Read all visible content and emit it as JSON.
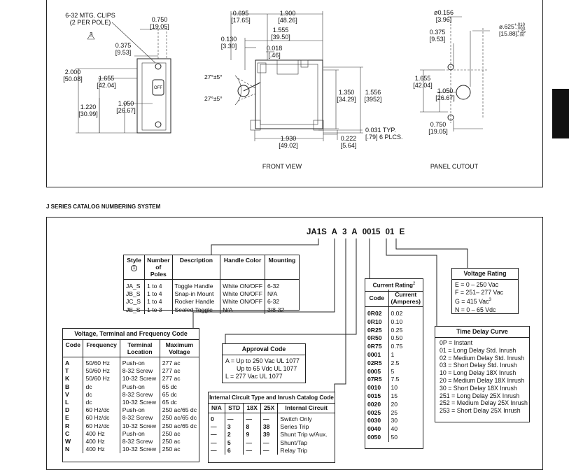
{
  "drawing": {
    "side_view": {
      "clips_note": "6-32 MTG. CLIPS",
      "clips_note_2": "(2 PER POLE)",
      "clips_ref": "3",
      "dim_0750": "0.750",
      "dim_0750_mm": "[19.05]",
      "dim_0375": "0.375",
      "dim_0375_mm": "[9.53]",
      "dim_2000": "2.000",
      "dim_2000_mm": "[50.08]",
      "dim_1655": "1.655",
      "dim_1655_mm": "[42.04]",
      "dim_1220": "1.220",
      "dim_1220_mm": "[30.99]",
      "dim_1050": "1.050",
      "dim_1050_mm": "[26.67]",
      "off_label": "OFF"
    },
    "front_view": {
      "dim_0695": "0.695",
      "dim_0695_mm": "[17.65]",
      "dim_1900": "1.900",
      "dim_1900_mm": "[48.26]",
      "dim_1555": "1.555",
      "dim_1555_mm": "[39.50]",
      "dim_0130": "0.130",
      "dim_0130_mm": "[3.30]",
      "dim_0018": "0.018",
      "dim_0018_mm": "[.46]",
      "angle_1": "27°±5°",
      "angle_2": "27°±5°",
      "dim_1350": "1.350",
      "dim_1350_mm": "[34.29]",
      "dim_1556": "1.556",
      "dim_1556_mm": "[3952]",
      "dim_0031": "0.031 TYP.",
      "dim_0031_mm": "[.79] 6 PLCS.",
      "dim_1930": "1.930",
      "dim_1930_mm": "[49.02]",
      "dim_0222": "0.222",
      "dim_0222_mm": "[5.64]",
      "caption": "FRONT VIEW"
    },
    "panel_cutout": {
      "dim_0156": "ø0.156",
      "dim_0156_mm": "[3.96]",
      "dim_0625": "ø.625",
      "dim_0625_tol_plus": "+.010",
      "dim_0625_tol_minus": "-.000",
      "dim_0625_mm": "[15.88]",
      "dim_0625_mm_tol_plus": "+.25",
      "dim_0625_mm_tol_minus": "-.00",
      "dim_0375": "0.375",
      "dim_0375_mm": "[9.53]",
      "dim_1655": "1.655",
      "dim_1655_mm": "[42.04]",
      "dim_1050": "1.050",
      "dim_1050_mm": "[26.67]",
      "dim_0750": "0.750",
      "dim_0750_mm": "[19.05]",
      "caption": "PANEL CUTOUT"
    }
  },
  "section_title": "J SERIES CATALOG NUMBERING SYSTEM",
  "catalog_code": {
    "parts": [
      "JA1S",
      "A",
      "3",
      "A",
      "0015",
      "01",
      "E"
    ]
  },
  "style_table": {
    "headers": [
      "Style",
      "Number of Poles",
      "Description",
      "Handle Color",
      "Mounting"
    ],
    "header_sub": {
      "style_ref": "1"
    },
    "rows": [
      [
        "JA_S",
        "1 to 4",
        "Toggle Handle",
        "White ON/OFF",
        "6-32"
      ],
      [
        "JB_S",
        "1 to 4",
        "Snap-in Mount",
        "White ON/OFF",
        "N/A"
      ],
      [
        "JC_S",
        "1 to 4",
        "Rocker Handle",
        "White ON/OFF",
        "6-32"
      ],
      [
        "JE_S",
        "1 to 3",
        "Sealed Toggle",
        "N/A",
        "3/8-32"
      ]
    ]
  },
  "voltage_table": {
    "title": "Voltage, Terminal and Frequency Code",
    "headers": [
      "Code",
      "Frequency",
      "Terminal Location",
      "Maximum Voltage"
    ],
    "rows": [
      [
        "A",
        "50/60 Hz",
        "Push-on",
        "277 ac"
      ],
      [
        "T",
        "50/60 Hz",
        "8-32 Screw",
        "277 ac"
      ],
      [
        "K",
        "50/60 Hz",
        "10-32 Screw",
        "277 ac"
      ],
      [
        "B",
        "dc",
        "Push-on",
        "65 dc"
      ],
      [
        "V",
        "dc",
        "8-32 Screw",
        "65 dc"
      ],
      [
        "L",
        "dc",
        "10-32 Screw",
        "65 dc"
      ],
      [
        "D",
        "60 Hz/dc",
        "Push-on",
        "250 ac/65 dc"
      ],
      [
        "E",
        "60 Hz/dc",
        "8-32 Screw",
        "250 ac/65 dc"
      ],
      [
        "R",
        "60 Hz/dc",
        "10-32 Screw",
        "250 ac/65 dc"
      ],
      [
        "C",
        "400 Hz",
        "Push-on",
        "250 ac"
      ],
      [
        "W",
        "400 Hz",
        "8-32 Screw",
        "250 ac"
      ],
      [
        "N",
        "400 Hz",
        "10-32 Screw",
        "250 ac"
      ]
    ]
  },
  "approval_code": {
    "title": "Approval Code",
    "lines": [
      "A = Up to 250 Vac UL 1077",
      "Up to 65 Vdc UL 1077",
      "L = 277 Vac UL 1077"
    ]
  },
  "circuit_table": {
    "title": "Internal Circuit Type and Inrush Catalog Code",
    "headers": [
      "N/A",
      "STD",
      "18X",
      "25X",
      "Internal Circuit"
    ],
    "rows": [
      [
        "0",
        "—",
        "—",
        "—",
        "Switch Only"
      ],
      [
        "—",
        "3",
        "8",
        "38",
        "Series Trip"
      ],
      [
        "—",
        "2",
        "9",
        "39",
        "Shunt Trip w/Aux."
      ],
      [
        "—",
        "5",
        "—",
        "—",
        "Shunt/Tap"
      ],
      [
        "—",
        "6",
        "—",
        "—",
        "Relay Trip"
      ]
    ]
  },
  "current_table": {
    "title": "Current Rating",
    "title_ref": "2",
    "headers": [
      "Code",
      "Current (Amperes)"
    ],
    "rows": [
      [
        "0R02",
        "0.02"
      ],
      [
        "0R10",
        "0.10"
      ],
      [
        "0R25",
        "0.25"
      ],
      [
        "0R50",
        "0.50"
      ],
      [
        "0R75",
        "0.75"
      ],
      [
        "0001",
        "1"
      ],
      [
        "02R5",
        "2.5"
      ],
      [
        "0005",
        "5"
      ],
      [
        "07R5",
        "7.5"
      ],
      [
        "0010",
        "10"
      ],
      [
        "0015",
        "15"
      ],
      [
        "0020",
        "20"
      ],
      [
        "0025",
        "25"
      ],
      [
        "0030",
        "30"
      ],
      [
        "0040",
        "40"
      ],
      [
        "0050",
        "50"
      ]
    ]
  },
  "voltage_rating": {
    "title": "Voltage Rating",
    "lines": [
      "E = 0 – 250 Vac",
      "F = 251– 277 Vac",
      "G = 415 Vac",
      "N = 0 – 65 Vdc"
    ],
    "g_ref": "3"
  },
  "time_delay": {
    "title": "Time Delay Curve",
    "lines": [
      "0P = Instant",
      "01 = Long Delay Std. Inrush",
      "02 = Medium Delay Std. Inrush",
      "03 = Short Delay Std. Inrush",
      "10 = Long Delay 18X Inrush",
      "20 = Medium Delay 18X Inrush",
      "30 = Short Delay 18X Inrush",
      "251 = Long Delay 25X Inrush",
      "252 = Medium Delay 25X Inrush",
      "253 = Short Delay 25X Inrush"
    ]
  }
}
